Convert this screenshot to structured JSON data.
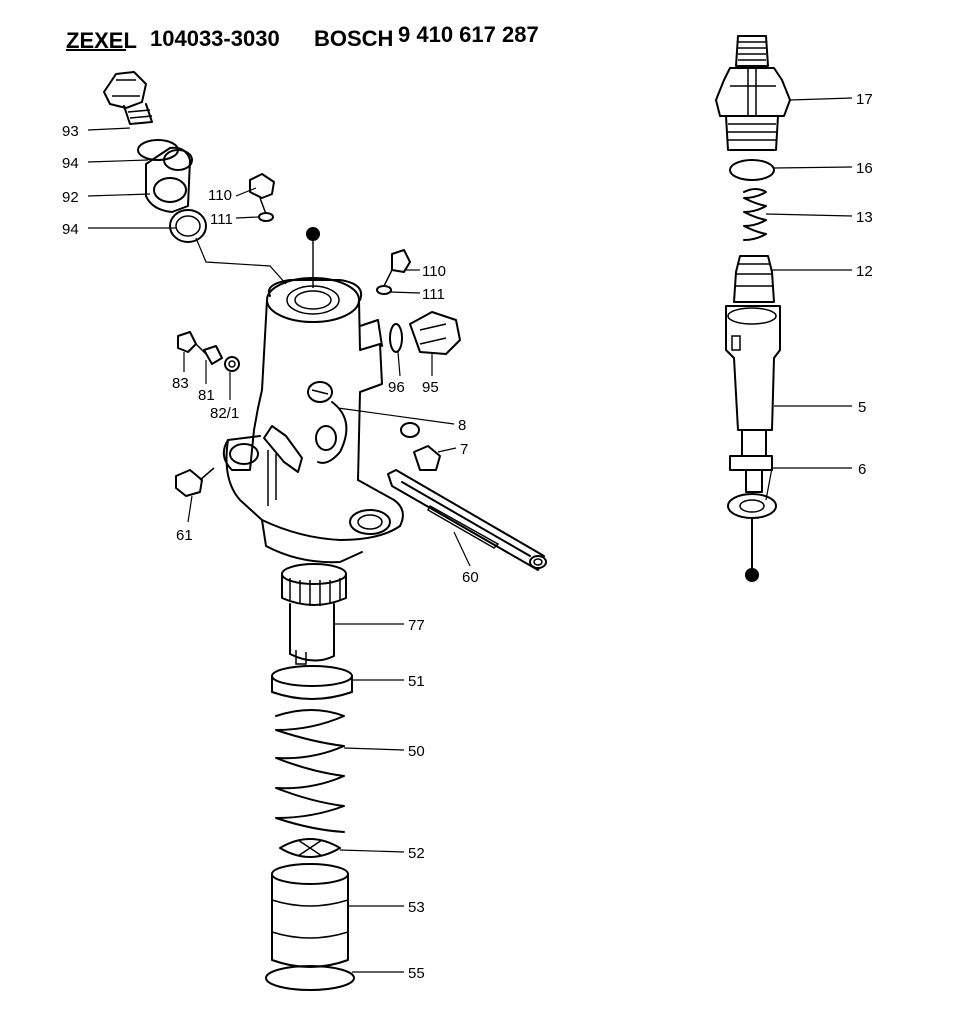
{
  "header": {
    "brand1": "ZEXEL",
    "part1": "104033-3030",
    "brand2": "BOSCH",
    "part2": "9 410 617 287"
  },
  "callouts": [
    {
      "id": "93",
      "text": "93"
    },
    {
      "id": "94a",
      "text": "94"
    },
    {
      "id": "92",
      "text": "92"
    },
    {
      "id": "94b",
      "text": "94"
    },
    {
      "id": "110a",
      "text": "110"
    },
    {
      "id": "111a",
      "text": "111"
    },
    {
      "id": "110b",
      "text": "110"
    },
    {
      "id": "111b",
      "text": "111"
    },
    {
      "id": "83",
      "text": "83"
    },
    {
      "id": "81",
      "text": "81"
    },
    {
      "id": "82-1",
      "text": "82/1"
    },
    {
      "id": "96",
      "text": "96"
    },
    {
      "id": "95",
      "text": "95"
    },
    {
      "id": "8",
      "text": "8"
    },
    {
      "id": "7",
      "text": "7"
    },
    {
      "id": "61",
      "text": "61"
    },
    {
      "id": "60",
      "text": "60"
    },
    {
      "id": "77",
      "text": "77"
    },
    {
      "id": "51",
      "text": "51"
    },
    {
      "id": "50",
      "text": "50"
    },
    {
      "id": "52",
      "text": "52"
    },
    {
      "id": "53",
      "text": "53"
    },
    {
      "id": "55",
      "text": "55"
    },
    {
      "id": "17",
      "text": "17"
    },
    {
      "id": "16",
      "text": "16"
    },
    {
      "id": "13",
      "text": "13"
    },
    {
      "id": "12",
      "text": "12"
    },
    {
      "id": "5",
      "text": "5"
    },
    {
      "id": "6",
      "text": "6"
    }
  ]
}
